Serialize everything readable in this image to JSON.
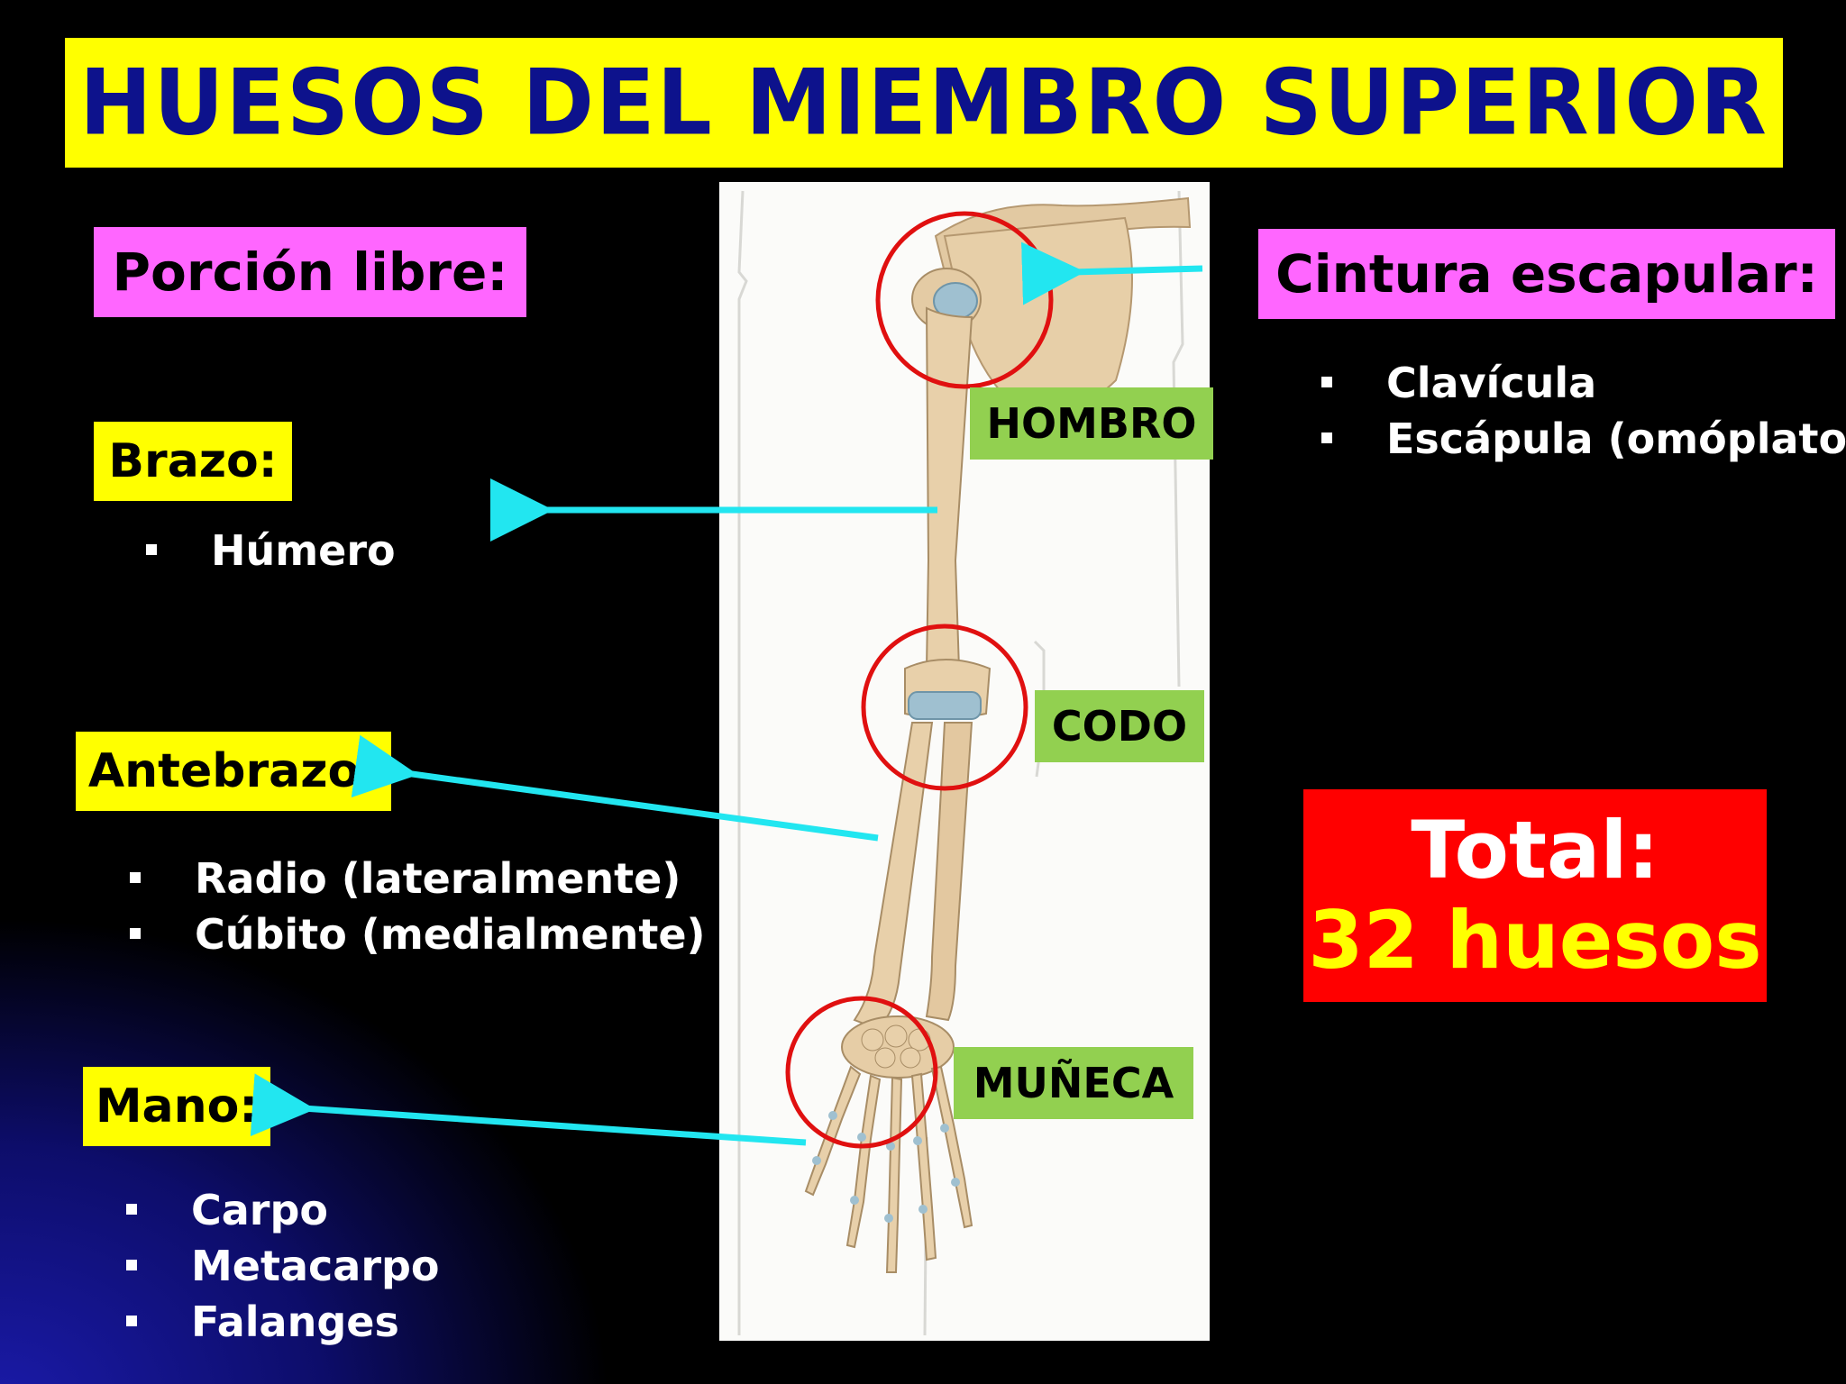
{
  "title": "HUESOS DEL MIEMBRO SUPERIOR",
  "left": {
    "heading": "Porción libre:",
    "groups": [
      {
        "label": "Brazo:",
        "items": [
          "Húmero"
        ]
      },
      {
        "label": "Antebrazo:",
        "items": [
          "Radio (lateralmente)",
          "Cúbito (medialmente)"
        ]
      },
      {
        "label": "Mano:",
        "items": [
          "Carpo",
          "Metacarpo",
          "Falanges"
        ]
      }
    ]
  },
  "right": {
    "heading": "Cintura escapular:",
    "items": [
      "Clavícula",
      "Escápula (omóplato)"
    ]
  },
  "joints": {
    "shoulder": "HOMBRO",
    "elbow": "CODO",
    "wrist": "MUÑECA"
  },
  "total": {
    "label": "Total:",
    "value": "32 huesos"
  },
  "colors": {
    "title_bg": "#ffff00",
    "title_text": "#0d128c",
    "heading_bg": "#ff66ff",
    "group_bg": "#ffff00",
    "joint_bg": "#92d050",
    "arrow": "#22e6f0",
    "joint_circle": "#e01010",
    "total_bg": "#ff0000",
    "total_value": "#ffff00"
  }
}
